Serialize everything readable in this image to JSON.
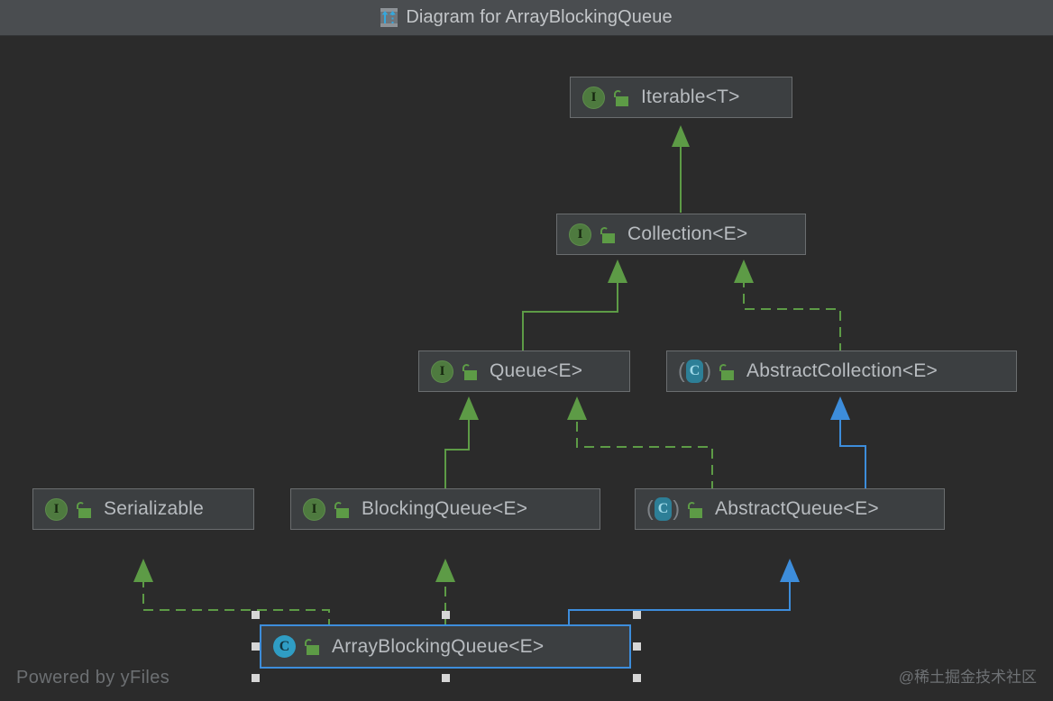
{
  "window": {
    "title": "Diagram for ArrayBlockingQueue",
    "title_icon": "diagram-hierarchy-icon",
    "titlebar_color": "#4a4d50",
    "canvas_color": "#2b2b2b"
  },
  "colors": {
    "node_background": "#3c3f41",
    "node_border": "#6a6d6f",
    "node_label": "#b8bcc0",
    "selection_border": "#3d8ddb",
    "selection_handle": "#d6d6d6",
    "edge_green": "#5d9b46",
    "edge_blue": "#3d8ddb",
    "interface_icon": "#4e7a3f",
    "class_icon": "#2f9dc4",
    "abstract_class_icon": "#2d7f97",
    "lock_icon": "#5d9b46"
  },
  "nodes": [
    {
      "id": "iterable",
      "label": "Iterable<T>",
      "kind": "interface",
      "kind_icon": "interface-icon",
      "visibility_icon": "public-unlocked-icon",
      "selected": false
    },
    {
      "id": "collection",
      "label": "Collection<E>",
      "kind": "interface",
      "kind_icon": "interface-icon",
      "visibility_icon": "public-unlocked-icon",
      "selected": false
    },
    {
      "id": "queue",
      "label": "Queue<E>",
      "kind": "interface",
      "kind_icon": "interface-icon",
      "visibility_icon": "public-unlocked-icon",
      "selected": false
    },
    {
      "id": "abstract-collection",
      "label": "AbstractCollection<E>",
      "kind": "abstract-class",
      "kind_icon": "abstract-class-icon",
      "visibility_icon": "public-unlocked-icon",
      "selected": false
    },
    {
      "id": "serializable",
      "label": "Serializable",
      "kind": "interface",
      "kind_icon": "interface-icon",
      "visibility_icon": "public-unlocked-icon",
      "selected": false
    },
    {
      "id": "blocking-queue",
      "label": "BlockingQueue<E>",
      "kind": "interface",
      "kind_icon": "interface-icon",
      "visibility_icon": "public-unlocked-icon",
      "selected": false
    },
    {
      "id": "abstract-queue",
      "label": "AbstractQueue<E>",
      "kind": "abstract-class",
      "kind_icon": "abstract-class-icon",
      "visibility_icon": "public-unlocked-icon",
      "selected": false
    },
    {
      "id": "array-blocking-queue",
      "label": "ArrayBlockingQueue<E>",
      "kind": "class",
      "kind_icon": "class-icon",
      "visibility_icon": "public-unlocked-icon",
      "selected": true
    }
  ],
  "edges": [
    {
      "from": "collection",
      "to": "iterable",
      "style": "solid",
      "color": "green"
    },
    {
      "from": "queue",
      "to": "collection",
      "style": "solid",
      "color": "green"
    },
    {
      "from": "abstract-collection",
      "to": "collection",
      "style": "dashed",
      "color": "green"
    },
    {
      "from": "blocking-queue",
      "to": "queue",
      "style": "solid",
      "color": "green"
    },
    {
      "from": "abstract-queue",
      "to": "queue",
      "style": "dashed",
      "color": "green"
    },
    {
      "from": "abstract-queue",
      "to": "abstract-collection",
      "style": "solid",
      "color": "blue"
    },
    {
      "from": "array-blocking-queue",
      "to": "serializable",
      "style": "dashed",
      "color": "green"
    },
    {
      "from": "array-blocking-queue",
      "to": "blocking-queue",
      "style": "dashed",
      "color": "green"
    },
    {
      "from": "array-blocking-queue",
      "to": "abstract-queue",
      "style": "solid",
      "color": "blue"
    }
  ],
  "footer": {
    "powered_by": "Powered by yFiles",
    "watermark": "@稀土掘金技术社区"
  }
}
